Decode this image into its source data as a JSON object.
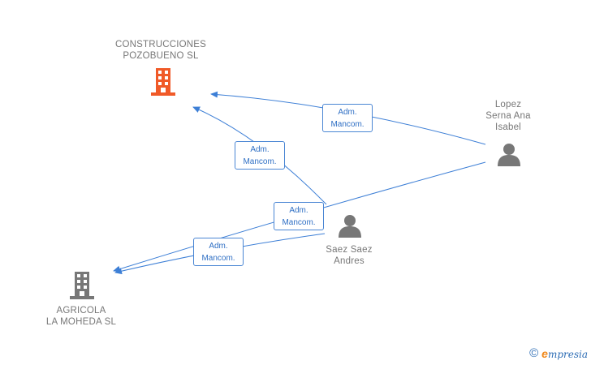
{
  "nodes": {
    "construcciones": {
      "line1": "CONSTRUCCIONES",
      "line2": "POZOBUENO SL",
      "color": "#f05a28"
    },
    "agricola": {
      "line1": "AGRICOLA",
      "line2": "LA MOHEDA SL",
      "color": "#777777"
    },
    "lopez": {
      "line1": "Lopez",
      "line2": "Serna Ana",
      "line3": "Isabel"
    },
    "saez": {
      "line1": "Saez Saez",
      "line2": "Andres"
    }
  },
  "edges": [
    {
      "line1": "Adm.",
      "line2": "Mancom."
    },
    {
      "line1": "Adm.",
      "line2": "Mancom."
    },
    {
      "line1": "Adm.",
      "line2": "Mancom."
    },
    {
      "line1": "Adm.",
      "line2": "Mancom."
    }
  ],
  "footer": {
    "copyright": "©",
    "brand_first": "e",
    "brand_rest": "mpresia"
  },
  "colors": {
    "edge": "#3d7fd6",
    "person": "#777777"
  }
}
